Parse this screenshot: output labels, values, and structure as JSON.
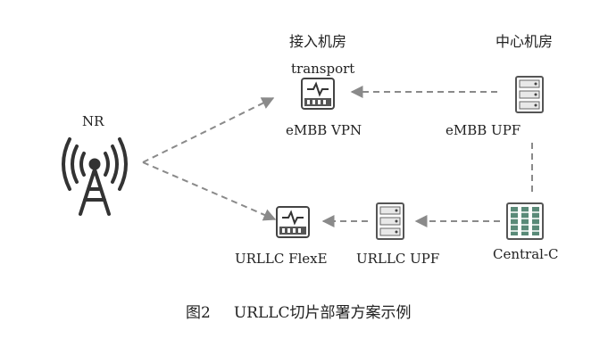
{
  "headers": {
    "access_room": "接入机房",
    "center_room": "中心机房",
    "transport": "transport"
  },
  "nodes": {
    "nr": "NR",
    "embb_vpn": "eMBB VPN",
    "embb_upf": "eMBB UPF",
    "urllc_flexe": "URLLC FlexE",
    "urllc_upf": "URLLC UPF",
    "central_c": "Central-C"
  },
  "caption": {
    "figure_no": "图2",
    "text": "URLLC切片部署方案示例"
  },
  "colors": {
    "line": "#8a8a8a",
    "icon": "#555555",
    "server_accent": "#5a8a78"
  }
}
